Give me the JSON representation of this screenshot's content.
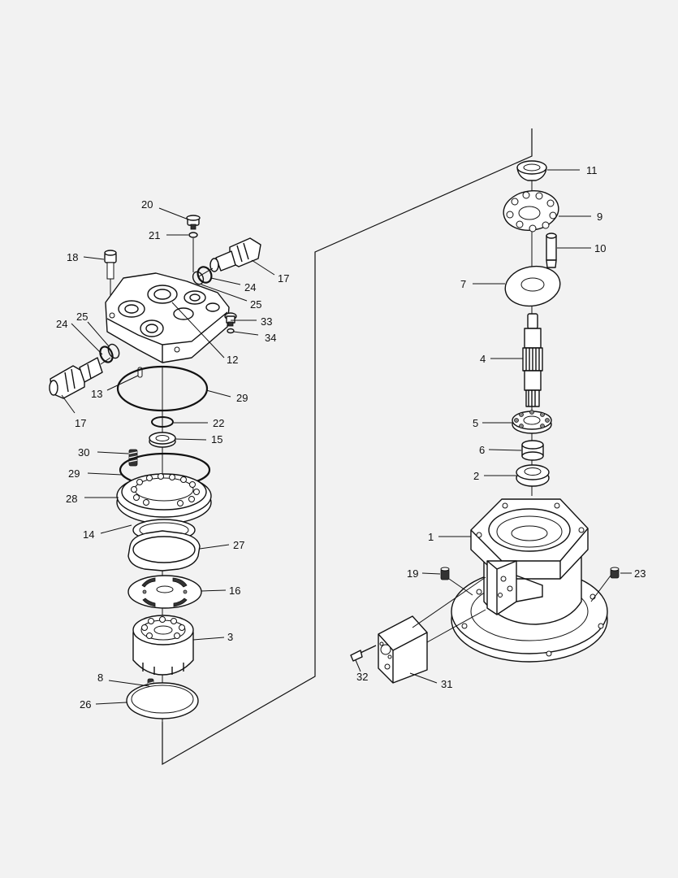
{
  "diagram": {
    "callouts": {
      "c1": "1",
      "c2": "2",
      "c3": "3",
      "c4": "4",
      "c5": "5",
      "c6": "6",
      "c7": "7",
      "c8": "8",
      "c9": "9",
      "c10": "10",
      "c11": "11",
      "c12": "12",
      "c13": "13",
      "c14": "14",
      "c15": "15",
      "c16": "16",
      "c17a": "17",
      "c17b": "17",
      "c18": "18",
      "c19": "19",
      "c20": "20",
      "c21": "21",
      "c22": "22",
      "c23": "23",
      "c24a": "24",
      "c24b": "24",
      "c25a": "25",
      "c25b": "25",
      "c26": "26",
      "c27": "27",
      "c28": "28",
      "c29a": "29",
      "c29b": "29",
      "c30": "30",
      "c31": "31",
      "c32": "32",
      "c33": "33",
      "c34": "34"
    }
  }
}
